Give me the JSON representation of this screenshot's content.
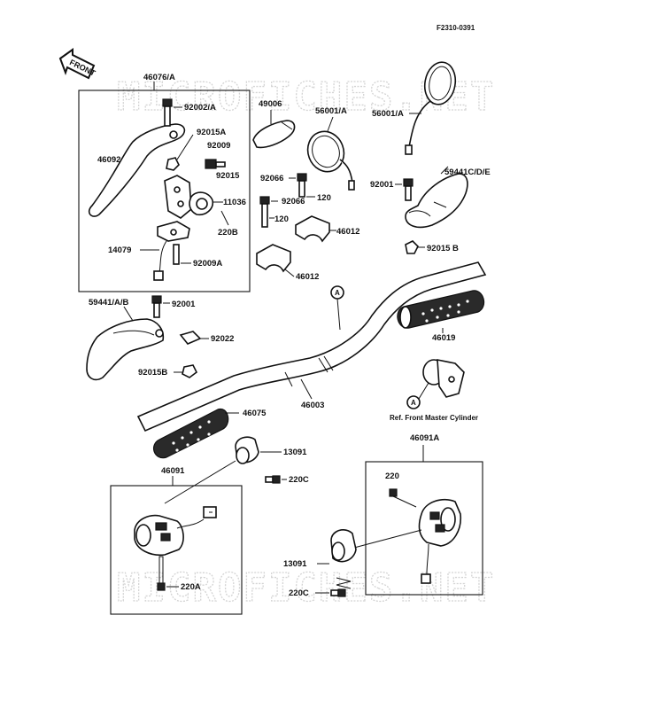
{
  "code": "F2310-0391",
  "watermark": "MICROFICHES.NET",
  "front_label": "FRONT",
  "ref_callout": "A",
  "ref_note": "Ref. Front Master Cylinder",
  "parts": {
    "p46076A": "46076/A",
    "p92002A": "92002/A",
    "p92015A": "92015A",
    "p92009_1": "92009",
    "p92015": "92015",
    "p46092": "46092",
    "p11036": "11036",
    "p220B": "220B",
    "p14079": "14079",
    "p92009A": "92009A",
    "p49006": "49006",
    "p56001A_1": "56001/A",
    "p56001A_2": "56001/A",
    "p92066_1": "92066",
    "p92066_2": "92066",
    "p120_1": "120",
    "p120_2": "120",
    "p46012_1": "46012",
    "p46012_2": "46012",
    "p59441CDE": "59441C/D/E",
    "p92001_1": "92001",
    "p92015B_1": "92015 B",
    "p59441AB": "59441/A/B",
    "p92001_2": "92001",
    "p92022": "92022",
    "p92015B_2": "92015B",
    "p46019": "46019",
    "p46003": "46003",
    "p46075": "46075",
    "p13091_1": "13091",
    "p220C_1": "220C",
    "p46091": "46091",
    "p220A": "220A",
    "p46091A": "46091A",
    "p220": "220",
    "p13091_2": "13091",
    "p220C_2": "220C"
  }
}
